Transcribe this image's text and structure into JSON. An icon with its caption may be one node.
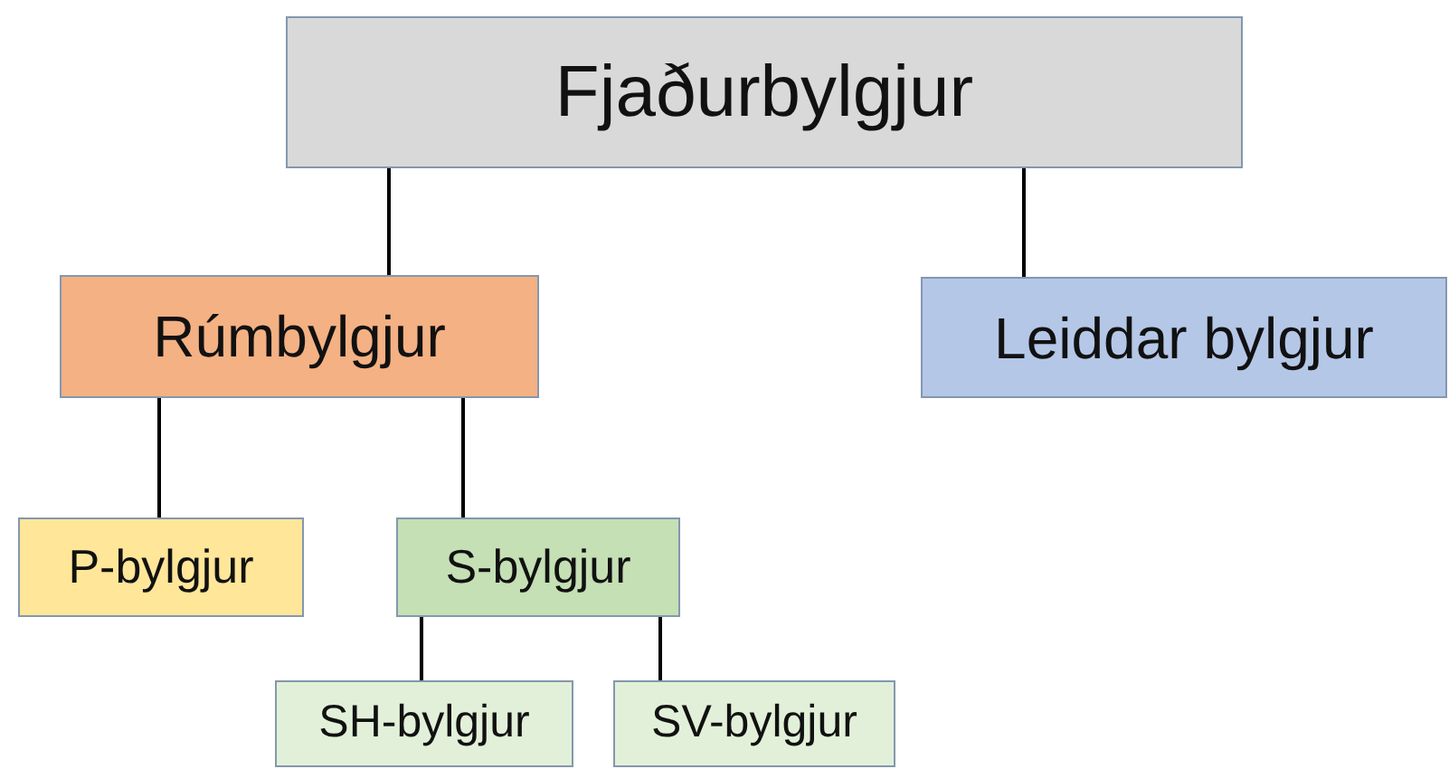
{
  "diagram": {
    "nodes": [
      {
        "text": [
          "Fjaðurbylgjur"
        ]
      },
      {
        "text": [
          "Rúmbylgjur"
        ]
      },
      {
        "text": [
          "Leiddar bylgjur"
        ]
      },
      {
        "text": [
          "P-bylgjur"
        ]
      },
      {
        "text": [
          "S-bylgjur"
        ]
      },
      {
        "text": [
          "SH-bylgjur"
        ]
      },
      {
        "text": [
          "SV-bylgjur"
        ]
      }
    ],
    "edges": [
      {
        "from": 0,
        "to": 1,
        "arrow": "none"
      },
      {
        "from": 0,
        "to": 2,
        "arrow": "none"
      },
      {
        "from": 1,
        "to": 3,
        "arrow": "none"
      },
      {
        "from": 1,
        "to": 4,
        "arrow": "none"
      },
      {
        "from": 4,
        "to": 5,
        "arrow": "none"
      },
      {
        "from": 4,
        "to": 6,
        "arrow": "none"
      }
    ]
  }
}
